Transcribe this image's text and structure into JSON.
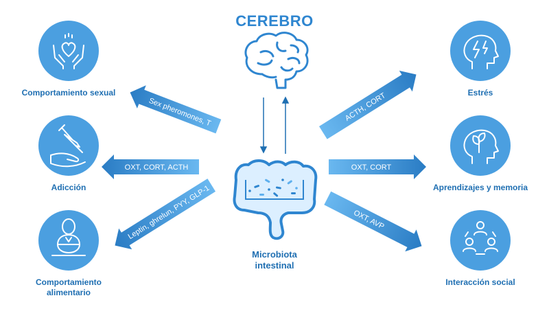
{
  "title": "CEREBRO",
  "center": {
    "line1": "Microbiota",
    "line2": "intestinal"
  },
  "nodes": {
    "sexual": "Comportamiento sexual",
    "addiction": "Adicción",
    "feeding": {
      "line1": "Comportamiento",
      "line2": "alimentario"
    },
    "stress": "Estrés",
    "learning": "Aprendizajes y memoria",
    "social": "Interacción social"
  },
  "arrows": {
    "sexual": "Sex pheromones, T",
    "addiction": "OXT, CORT, ACTH",
    "feeding": "Leptin, ghrelun, PYY, GLP-1",
    "stress": "ACTH, CORT",
    "learning": "OXT, CORT",
    "social": "OXT, AVP"
  },
  "icons": {
    "sexual": "hands-heart-icon",
    "addiction": "hand-syringe-icon",
    "feeding": "person-eating-icon",
    "stress": "head-lightning-icon",
    "learning": "head-plant-icon",
    "social": "people-cycle-icon",
    "brain": "brain-icon",
    "intestine": "intestine-icon"
  },
  "colors": {
    "circle": "#4b9fe0",
    "arrow_dark": "#2a7cc4",
    "arrow_light": "#5fb0ee",
    "text": "#1f6fb2",
    "title": "#2f86d0"
  }
}
